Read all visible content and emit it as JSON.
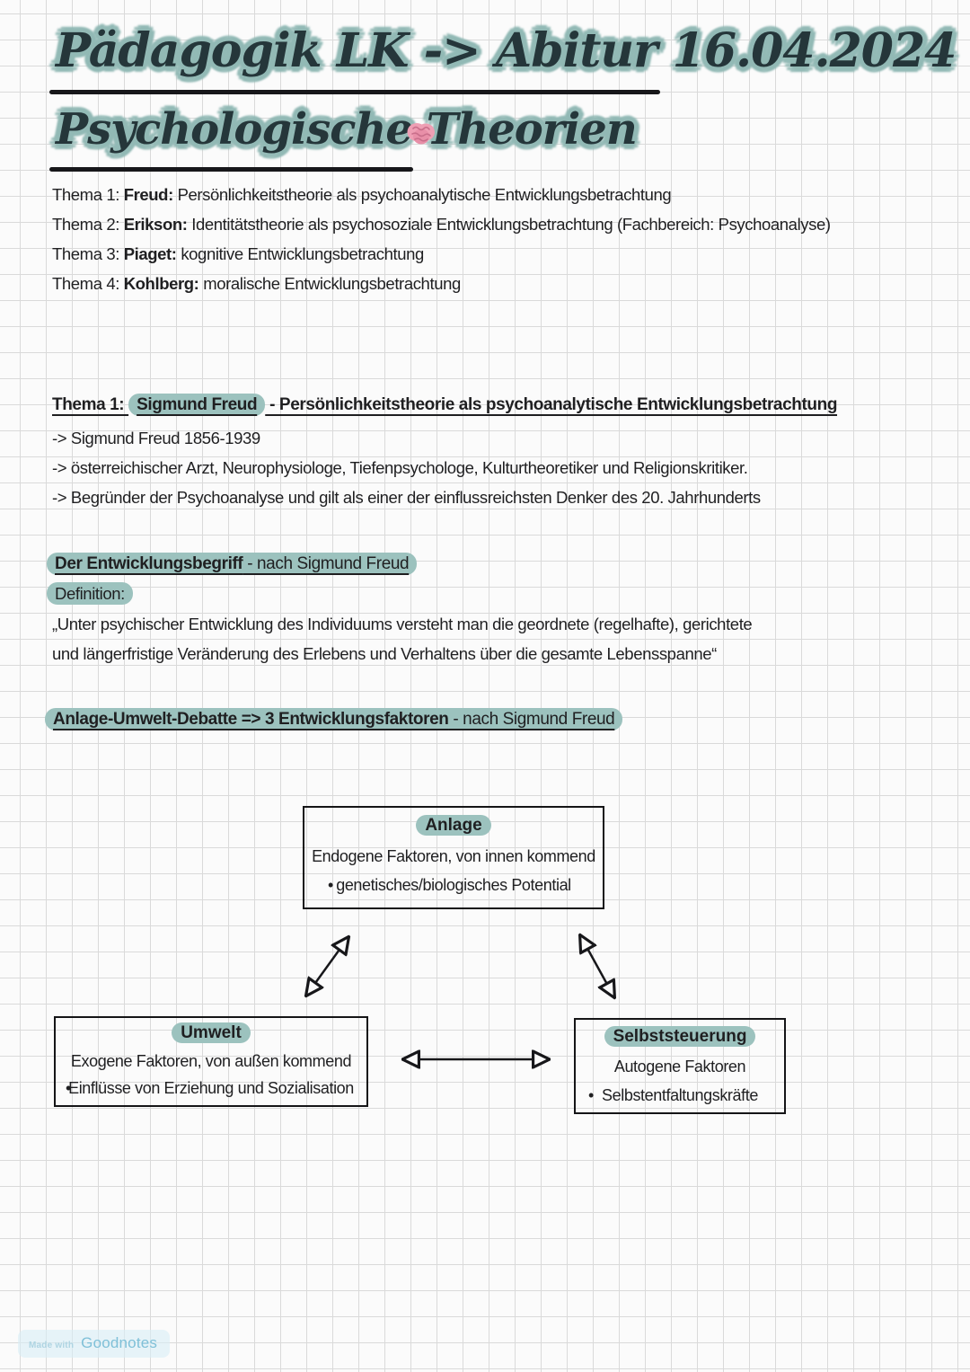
{
  "colors": {
    "highlight_teal": "#9cc2be",
    "ink": "#1f1f21",
    "grid_line": "#dadada",
    "paper": "#fbfbfb",
    "watermark_blue": "#7fc0d8",
    "brain_pink": "#ee9fb4"
  },
  "header": {
    "title_line1": "Pädagogik LK -> Abitur 16.04.2024",
    "title_line2": "Psychologische Theorien",
    "title_icon": "brain-emoji"
  },
  "themen_liste": [
    {
      "label": "Thema 1: ",
      "name": "Freud:",
      "desc": " Persönlichkeitstheorie als psychoanalytische Entwicklungsbetrachtung"
    },
    {
      "label": "Thema 2: ",
      "name": "Erikson:",
      "desc": " Identitätstheorie als psychosoziale Entwicklungsbetrachtung (Fachbereich: Psychoanalyse)"
    },
    {
      "label": "Thema 3: ",
      "name": "Piaget:",
      "desc": " kognitive Entwicklungsbetrachtung"
    },
    {
      "label": "Thema 4: ",
      "name": "Kohlberg:",
      "desc": " moralische Entwicklungsbetrachtung"
    }
  ],
  "thema1": {
    "heading_label": "Thema 1: ",
    "heading_highlight": "Sigmund Freud",
    "heading_rest": " - Persönlichkeitstheorie als psychoanalytische Entwicklungsbetrachtung",
    "zeile1": "-> Sigmund Freud 1856-1939",
    "zeile2": "-> österreichischer Arzt, Neurophysiologe, Tiefenpsychologe, Kulturtheoretiker und Religionskritiker.",
    "zeile3": "-> Begründer der Psychoanalyse und gilt als einer der einflussreichsten Denker des 20. Jahrhunderts"
  },
  "entwicklungsbegriff": {
    "heading_bold": "Der Entwicklungsbegriff",
    "heading_rest": " - nach Sigmund Freud",
    "definition_label": "Definition:",
    "zitat_zeile1": "„Unter psychischer Entwicklung des Individuums versteht man die geordnete (regelhafte), gerichtete",
    "zitat_zeile2": "und längerfristige Veränderung des Erlebens und Verhaltens über die gesamte Lebensspanne“"
  },
  "debatte": {
    "heading_bold": "Anlage-Umwelt-Debatte => 3 Entwicklungsfaktoren",
    "heading_rest": " - nach Sigmund Freud"
  },
  "diagramm": {
    "bullet_glyph": "•",
    "anlage": {
      "titel": "Anlage",
      "zeile": "Endogene Faktoren, von innen kommend",
      "punkt": "genetisches/biologisches Potential"
    },
    "umwelt": {
      "titel": "Umwelt",
      "zeile": "Exogene Faktoren, von außen kommend",
      "punkt": "Einflüsse von Erziehung und Sozialisation"
    },
    "selbststeuerung": {
      "titel": "Selbststeuerung",
      "zeile": "Autogene Faktoren",
      "punkt": "Selbstentfaltungskräfte"
    }
  },
  "watermark": {
    "prefix": "Made with",
    "brand": "Goodnotes"
  }
}
